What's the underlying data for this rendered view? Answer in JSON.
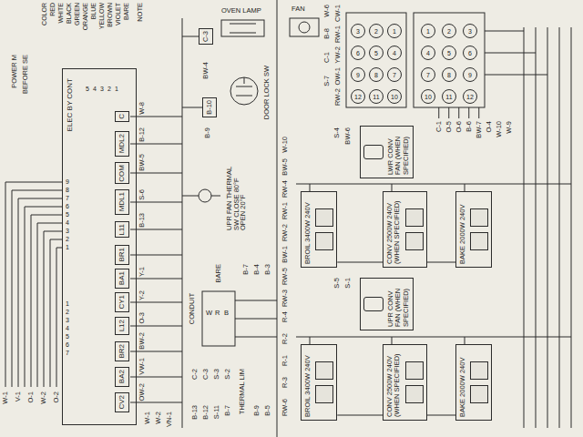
{
  "diagram": {
    "nodes": [
      {
        "text": [
          "ELEC BY CONT"
        ]
      },
      {
        "text": [
          "C"
        ],
        "in": 0
      },
      {
        "text": [
          "MDL2"
        ],
        "in": 0
      },
      {
        "text": [
          "COM"
        ],
        "in": 0
      },
      {
        "text": [
          "MDL1"
        ],
        "in": 0
      },
      {
        "text": [
          "L11"
        ],
        "in": 0
      },
      {
        "text": [
          "BR1"
        ],
        "in": 0
      },
      {
        "text": [
          "BA1"
        ],
        "in": 0
      },
      {
        "text": [
          "CY1"
        ],
        "in": 0
      },
      {
        "text": [
          "L12"
        ],
        "in": 0
      },
      {
        "text": [
          "BR2"
        ],
        "in": 0
      },
      {
        "text": [
          "BA2"
        ],
        "in": 0
      },
      {
        "text": [
          "CV2"
        ],
        "in": 0
      },
      {
        "text": [
          "C-3"
        ]
      },
      {
        "text": [
          "B-10"
        ]
      },
      {
        "text": [
          "3"
        ]
      },
      {
        "text": [
          "2"
        ]
      },
      {
        "text": [
          "1"
        ]
      },
      {
        "text": [
          "6"
        ]
      },
      {
        "text": [
          "5"
        ]
      },
      {
        "text": [
          "4"
        ]
      },
      {
        "text": [
          "9"
        ]
      },
      {
        "text": [
          "8"
        ]
      },
      {
        "text": [
          "7"
        ]
      },
      {
        "text": [
          "12"
        ]
      },
      {
        "text": [
          "11"
        ]
      },
      {
        "text": [
          "10"
        ]
      },
      {
        "text": [
          "1"
        ]
      },
      {
        "text": [
          "2"
        ]
      },
      {
        "text": [
          "3"
        ]
      },
      {
        "text": [
          "4"
        ]
      },
      {
        "text": [
          "5"
        ]
      },
      {
        "text": [
          "6"
        ]
      },
      {
        "text": [
          "7"
        ]
      },
      {
        "text": [
          "8"
        ]
      },
      {
        "text": [
          "9"
        ]
      },
      {
        "text": [
          "10"
        ]
      },
      {
        "text": [
          "11"
        ]
      },
      {
        "text": [
          "12"
        ]
      },
      {
        "text": [
          "LWR CONV FAN (WHEN SPECIFIED)"
        ]
      },
      {
        "text": [
          "BROIL 3400W 240V"
        ]
      },
      {
        "text": [
          "CONV 2500W 240V (WHEN SPECIFIED)"
        ]
      },
      {
        "text": [
          "BAKE 2000W 240V"
        ]
      },
      {
        "text": [
          "UPR CONV FAN (WHEN SPECIFIED)"
        ]
      },
      {
        "text": [
          "BROIL 3400W 240V"
        ]
      },
      {
        "text": [
          "CONV 2500W 240V (WHEN SPECIFIED)"
        ]
      },
      {
        "text": [
          "BAKE 2000W 240V"
        ]
      }
    ],
    "edges": [
      {
        "from": 40,
        "to": 41,
        "arrow": "none"
      },
      {
        "from": 41,
        "to": 42,
        "arrow": "none"
      },
      {
        "from": 44,
        "to": 45,
        "arrow": "none"
      },
      {
        "from": 45,
        "to": 46,
        "arrow": "none"
      }
    ],
    "labels": [
      "POWER M",
      "BEFORE SE",
      "COLOR",
      "RED",
      "WHITE",
      "BLACK",
      "GREEN",
      "ORANGE",
      "BLUE",
      "YELLOW",
      "BROWN",
      "VIOLET",
      "BARE",
      "NOTE",
      "5",
      "4",
      "3",
      "2",
      "1",
      "9",
      "8",
      "7",
      "6",
      "5",
      "4",
      "3",
      "2",
      "1",
      "1",
      "2",
      "3",
      "4",
      "5",
      "6",
      "7",
      "W-8",
      "B-12",
      "BW-5",
      "S-6",
      "B-13",
      "Y-1",
      "Y-2",
      "O-3",
      "BW-2",
      "VW-1",
      "OW-2",
      "W-1",
      "V-1",
      "O-1",
      "W-2",
      "O-2",
      "W-1",
      "W-2",
      "VN-1",
      "BW-4",
      "B-9",
      "OVEN LAMP",
      "DOOR LOCK SW",
      "FAN",
      "UPR FAN THERMAL SW CLOSE 80°F OPEN 20°F",
      "W-6",
      "B-8",
      "C-1",
      "S-7",
      "CW-1",
      "RW-1",
      "YW-2",
      "OW-1",
      "RW-2",
      "C-1",
      "O-5",
      "O-6",
      "B-6",
      "BW-7",
      "O-4",
      "W-10",
      "W-9",
      "S-4",
      "BW-6",
      "S-5",
      "S-1",
      "W-10",
      "BW-5",
      "RW-4",
      "RW-1",
      "RW-2",
      "BW-1",
      "RW-5",
      "RW-3",
      "R-4",
      "R-2",
      "R-1",
      "R-3",
      "RW-6",
      "CONDUIT",
      "BARE",
      "W",
      "R",
      "B",
      "B-7",
      "B-4",
      "B-3",
      "C-2",
      "C-3",
      "S-3",
      "S-2",
      "B-13",
      "B-12",
      "S-11",
      "B-7",
      "THERMAL LIM",
      "B-9",
      "B-5"
    ]
  }
}
